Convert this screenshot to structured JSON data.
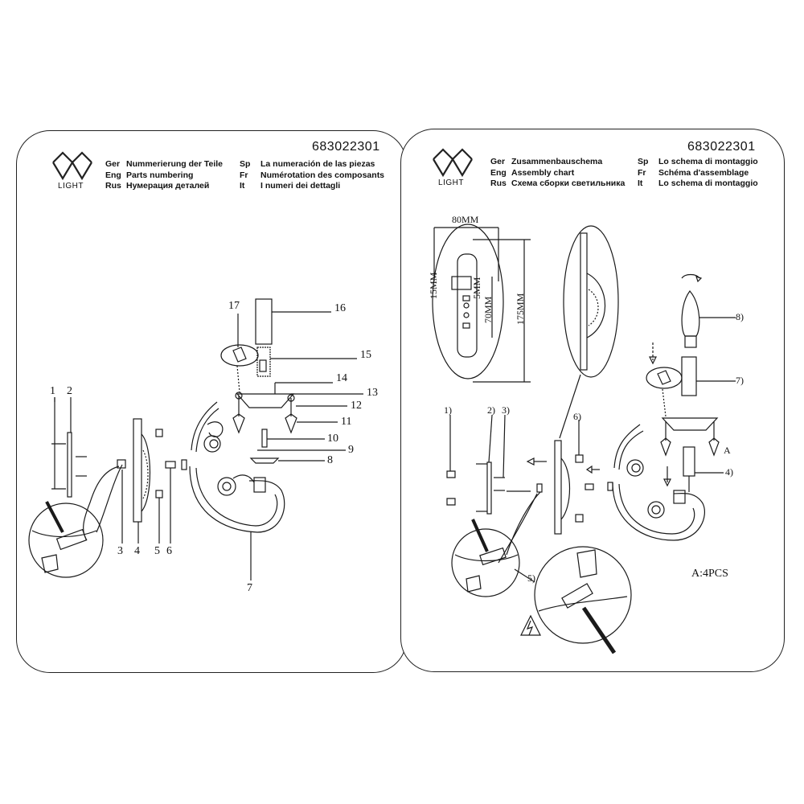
{
  "brand": {
    "name": "LIGHT"
  },
  "left_sheet": {
    "code": "683022301",
    "header": [
      {
        "k": "Ger",
        "v": "Nummerierung der Teile"
      },
      {
        "k": "Eng",
        "v": "Parts numbering"
      },
      {
        "k": "Rus",
        "v": "Нумерация деталей"
      },
      {
        "k": "Sp",
        "v": "La numeración de las piezas"
      },
      {
        "k": "Fr",
        "v": "Numérotation des composants"
      },
      {
        "k": "It",
        "v": "I numeri dei dettagli"
      }
    ],
    "part_numbers": [
      "1",
      "2",
      "3",
      "4",
      "5",
      "6",
      "7",
      "8",
      "9",
      "10",
      "11",
      "12",
      "13",
      "14",
      "15",
      "16",
      "17"
    ]
  },
  "right_sheet": {
    "code": "683022301",
    "header": [
      {
        "k": "Ger",
        "v": "Zusammenbauschema"
      },
      {
        "k": "Eng",
        "v": "Assembly chart"
      },
      {
        "k": "Rus",
        "v": "Схема сборки светильника"
      },
      {
        "k": "Sp",
        "v": "Lo schema di montaggio"
      },
      {
        "k": "Fr",
        "v": "Schéma d'assemblage"
      },
      {
        "k": "It",
        "v": "Lo schema di montaggio"
      }
    ],
    "dimensions": {
      "width": "80MM",
      "slot_width": "15MM",
      "slot_height": "5MM",
      "hole_spacing": "70MM",
      "height": "175MM"
    },
    "steps": [
      "1)",
      "2)",
      "3)",
      "4)",
      "5)",
      "6)",
      "7)",
      "8)"
    ],
    "callout": "A",
    "note": "A:4PCS"
  },
  "colors": {
    "ink": "#1a1a1a",
    "paper": "#ffffff"
  }
}
